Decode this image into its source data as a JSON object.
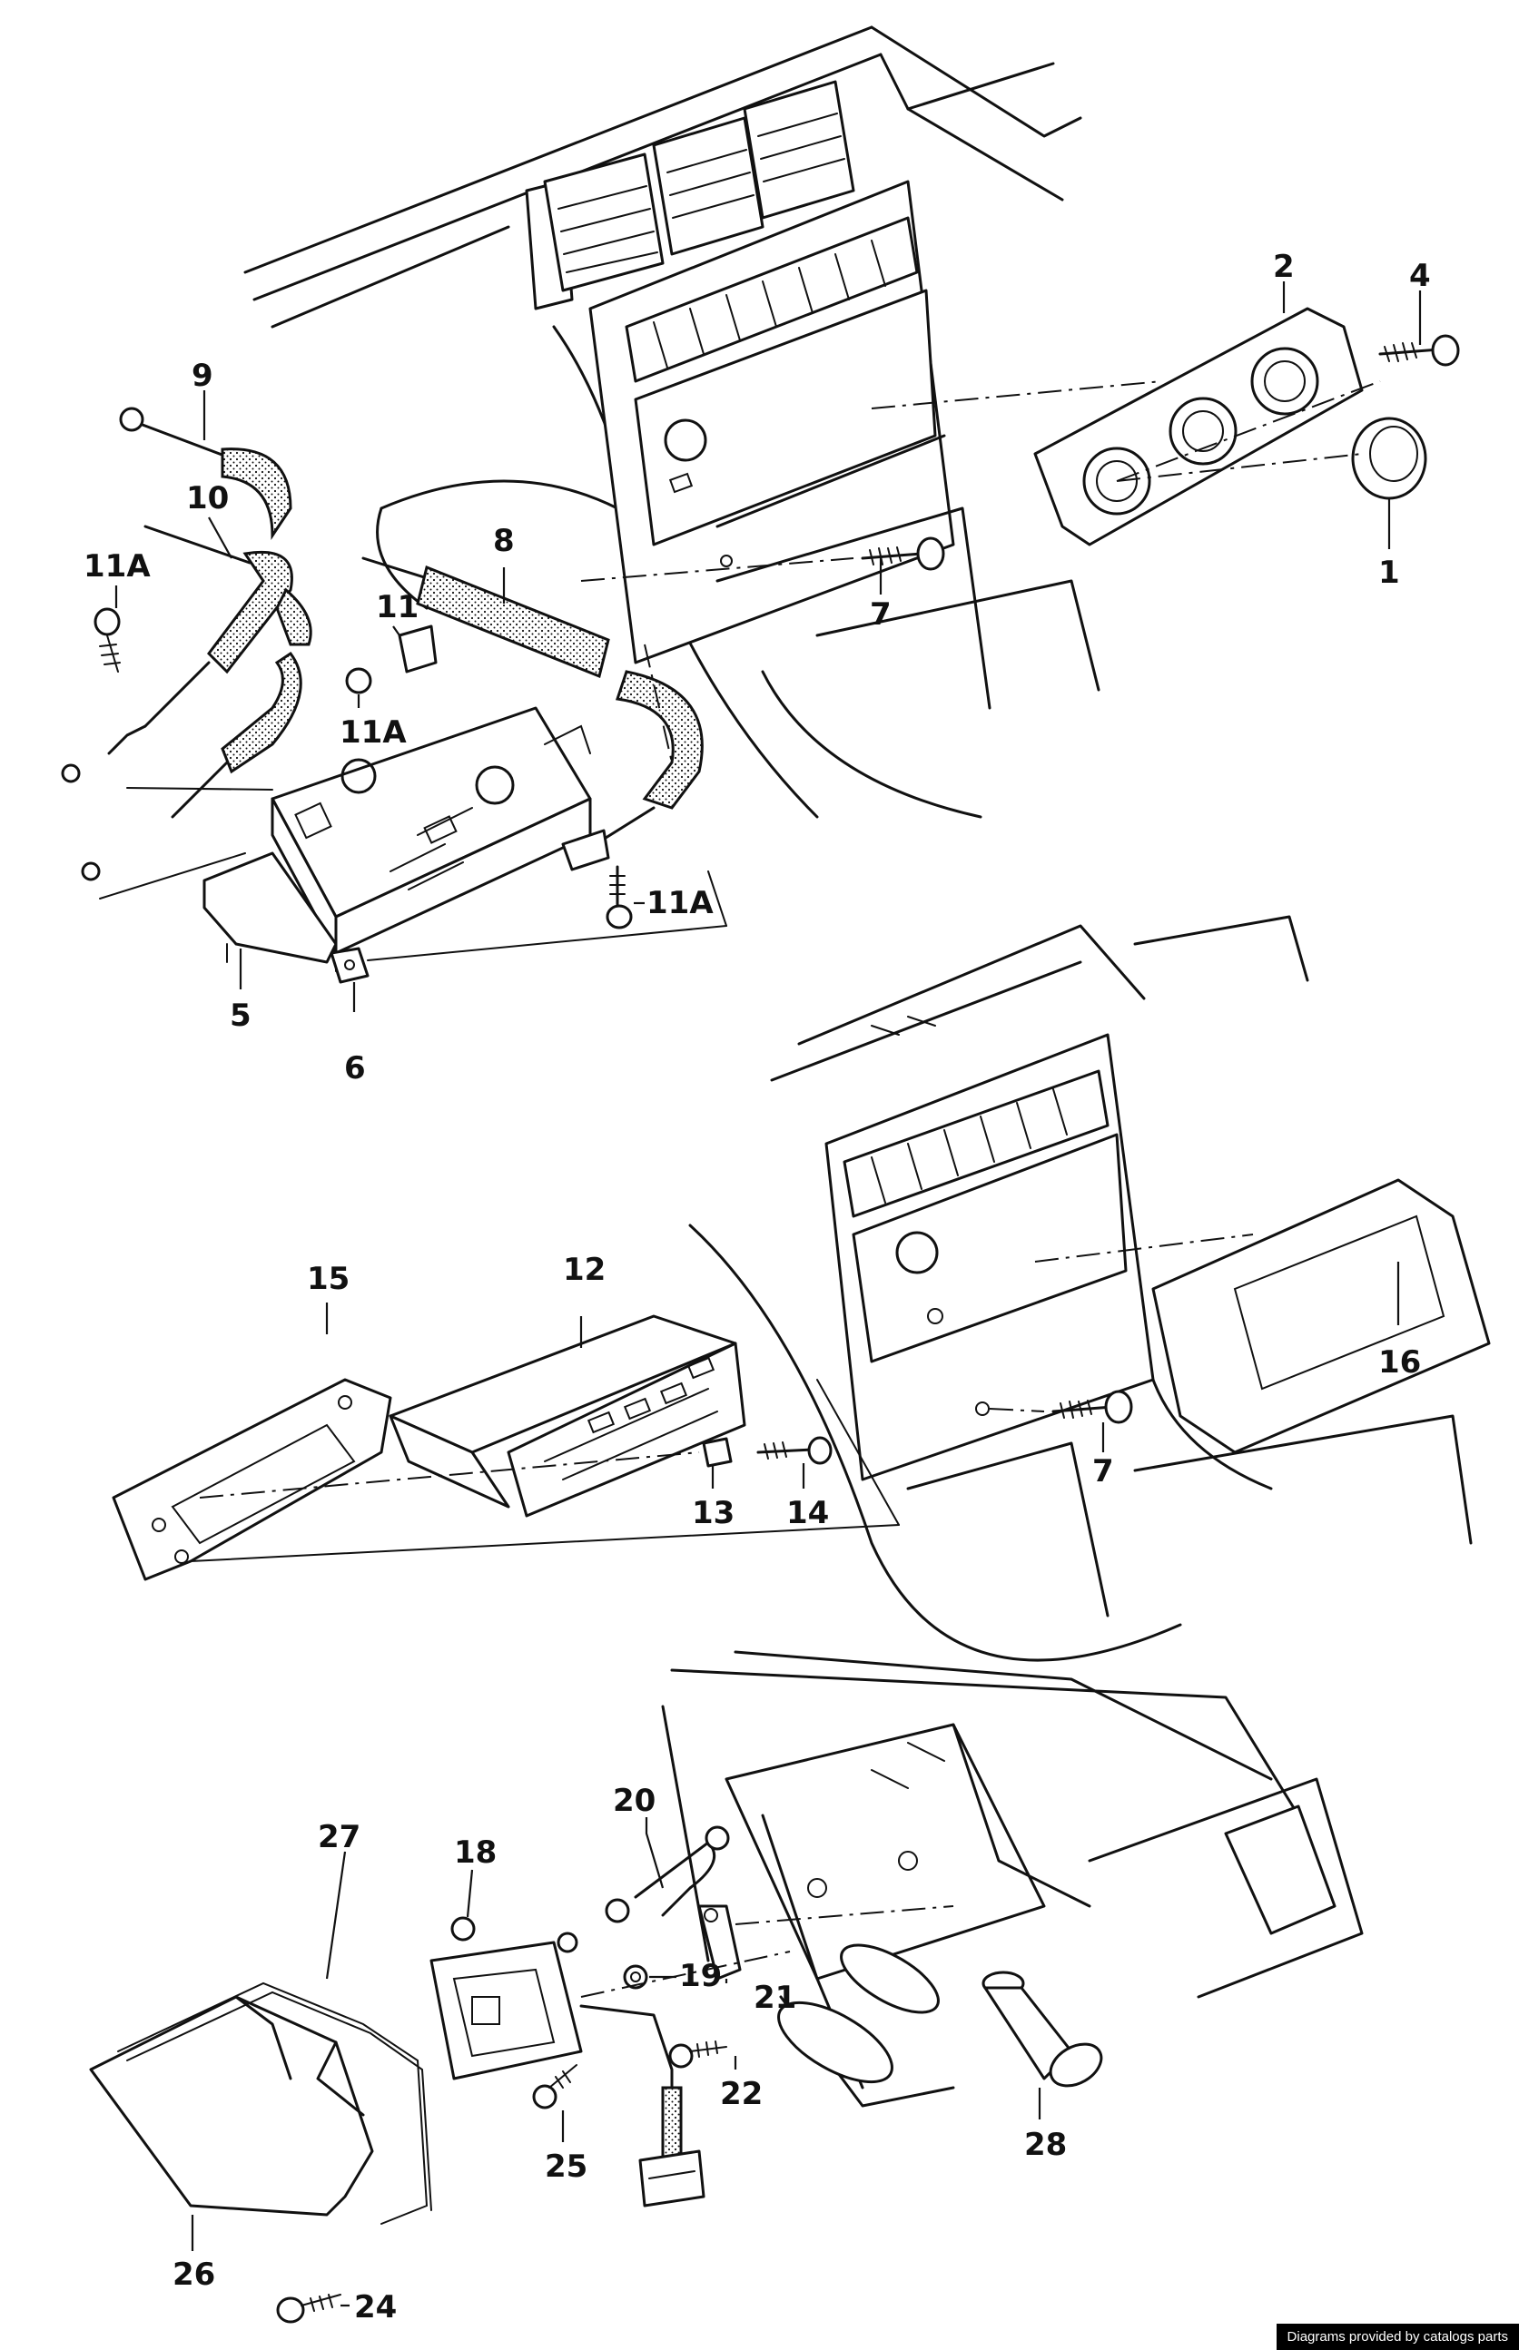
{
  "callouts": {
    "c1": "1",
    "c2": "2",
    "c4": "4",
    "c5": "5",
    "c6": "6",
    "c7a": "7",
    "c7b": "7",
    "c8": "8",
    "c9": "9",
    "c10": "10",
    "c11": "11",
    "c11A_a": "11A",
    "c11A_b": "11A",
    "c11A_c": "11A",
    "c12": "12",
    "c13": "13",
    "c14": "14",
    "c15": "15",
    "c16": "16",
    "c18": "18",
    "c19": "19",
    "c20": "20",
    "c21": "21",
    "c22": "22",
    "c24": "24",
    "c25": "25",
    "c26": "26",
    "c27": "27",
    "c28": "28"
  },
  "footer": {
    "credit": "Diagrams provided by catalogs parts"
  },
  "colors": {
    "line": "#111111",
    "background": "#ffffff",
    "footer_bg": "#000000",
    "footer_text": "#ffffff"
  }
}
